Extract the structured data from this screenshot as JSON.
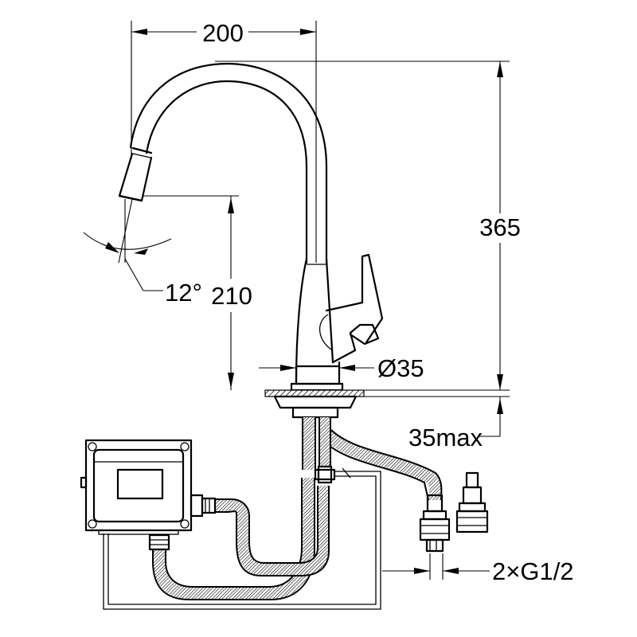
{
  "dimensions": {
    "width": "200",
    "height": "365",
    "spout_height": "210",
    "diameter": "Ø35",
    "deck_thickness": "35max",
    "angle": "12°",
    "connections": "2×G1/2"
  },
  "colors": {
    "line": "#000000",
    "background": "#ffffff"
  }
}
